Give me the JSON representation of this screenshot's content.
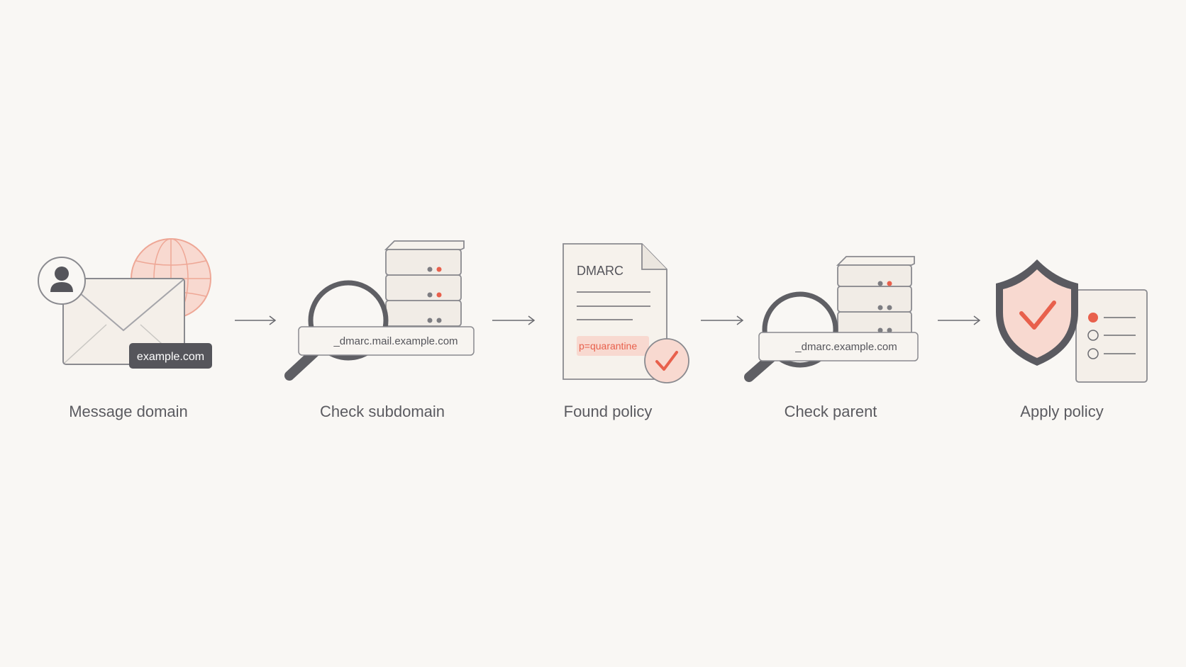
{
  "steps": [
    {
      "label": "Message domain",
      "tag": "example.com"
    },
    {
      "label": "Check subdomain",
      "query": "_dmarc.mail.example.com"
    },
    {
      "label": "Found policy",
      "doc_title": "DMARC",
      "policy": "p=quarantine"
    },
    {
      "label": "Check parent",
      "query": "_dmarc.example.com"
    },
    {
      "label": "Apply policy"
    }
  ],
  "icons": [
    "user-icon",
    "envelope-icon",
    "globe-icon",
    "server-stack-icon",
    "magnifier-icon",
    "document-icon",
    "check-badge-icon",
    "shield-check-icon",
    "checklist-icon",
    "arrow-right-icon"
  ],
  "colors": {
    "background": "#f9f7f4",
    "ink": "#5b5b60",
    "accent": "#e8604c",
    "accent_soft": "#f8d9d0",
    "card": "#f2eee9"
  }
}
